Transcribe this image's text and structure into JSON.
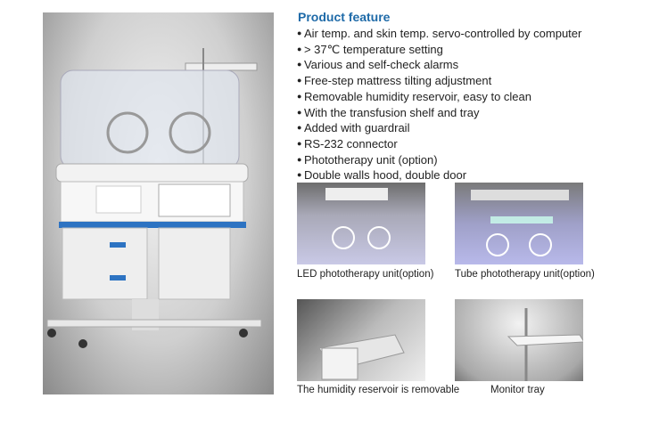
{
  "title": "Product feature",
  "features": [
    "Air temp. and skin temp. servo-controlled by computer",
    "> 37℃ temperature setting",
    "Various and self-check alarms",
    "Free-step mattress tilting adjustment",
    "Removable humidity reservoir, easy to clean",
    "With the transfusion shelf and tray",
    "Added with guardrail",
    "RS-232 connector",
    "Phototherapy unit (option)",
    "Double walls hood, double door"
  ],
  "photos": [
    {
      "caption": "LED phototherapy unit(option)"
    },
    {
      "caption": "Tube phototherapy unit(option)"
    },
    {
      "caption": "The humidity reservoir is removable"
    },
    {
      "caption": "Monitor tray"
    }
  ]
}
